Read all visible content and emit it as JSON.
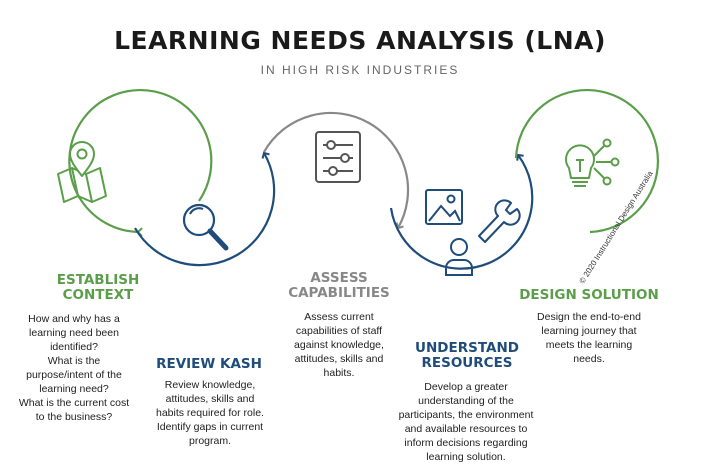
{
  "title": "LEARNING NEEDS ANALYSIS (LNA)",
  "subtitle": "IN HIGH RISK INDUSTRIES",
  "copyright": "© 2020 Instructional Design Australia",
  "colors": {
    "green": "#5b9e4a",
    "navy": "#1f4c7a",
    "grey": "#888888"
  },
  "steps": [
    {
      "heading_lines": [
        "ESTABLISH",
        "CONTEXT"
      ],
      "body_lines": [
        "How and why has a",
        "learning need been",
        "identified?",
        "What is the",
        "purpose/intent of the",
        "learning need?",
        "What is the current cost",
        "to the business?"
      ],
      "icon": "map-location-icon"
    },
    {
      "heading_lines": [
        "REVIEW KASH"
      ],
      "body_lines": [
        "Review knowledge,",
        "attitudes, skills and",
        "habits required for role.",
        "Identify gaps in current",
        "program."
      ],
      "icon": "magnifier-icon"
    },
    {
      "heading_lines": [
        "ASSESS",
        "CAPABILITIES"
      ],
      "body_lines": [
        "Assess current",
        "capabilities of staff",
        "against knowledge,",
        "attitudes, skills and",
        "habits."
      ],
      "icon": "sliders-icon"
    },
    {
      "heading_lines": [
        "UNDERSTAND",
        "RESOURCES"
      ],
      "body_lines": [
        "Develop a greater",
        "understanding of the",
        "participants, the environment",
        "and available resources to",
        "inform decisions regarding",
        "learning solution."
      ],
      "icon": "resources-icons"
    },
    {
      "heading_lines": [
        "DESIGN SOLUTION"
      ],
      "body_lines": [
        "Design the end-to-end",
        "learning journey that",
        "meets the learning",
        "needs."
      ],
      "icon": "lightbulb-icon"
    }
  ]
}
